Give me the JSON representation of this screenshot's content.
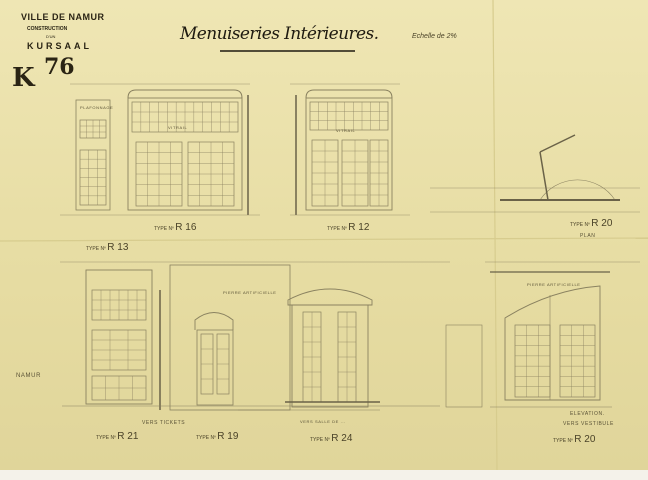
{
  "header": {
    "city": "VILLE DE NAMUR",
    "construction": "CONSTRUCTION",
    "dun": "D'UN",
    "building": "KURSAAL",
    "sheet_letter": "K",
    "sheet_number": "76"
  },
  "title": "Menuiseries Intérieures.",
  "scale": "Echelle de 2%",
  "types": {
    "r16": {
      "prefix": "TYPE Nº",
      "code": "R 16"
    },
    "r12": {
      "prefix": "TYPE Nº",
      "code": "R 12"
    },
    "r13": {
      "prefix": "TYPE Nº",
      "code": "R 13"
    },
    "r20_plan": {
      "prefix": "TYPE Nº",
      "code": "R 20",
      "sub": "PLAN"
    },
    "r21": {
      "prefix": "TYPE Nº",
      "code": "R 21"
    },
    "r19": {
      "prefix": "TYPE Nº",
      "code": "R 19"
    },
    "r24": {
      "prefix": "TYPE Nº",
      "code": "R 24"
    },
    "r20_elev": {
      "prefix": "TYPE Nº",
      "code": "R 20"
    }
  },
  "notes": {
    "vers_tickets": "VERS TICKETS",
    "vers_salle": "VERS SALLE DE ...",
    "elevation": "ELEVATION.",
    "vers_vestibule": "VERS VESTIBULE",
    "namur": "NAMUR",
    "pierre": "PIERRE ARTIFICIELLE",
    "vitrail": "VITRAIL",
    "plafonnage": "PLAFONNAGE"
  },
  "colors": {
    "paper": "#ece3ae",
    "ink": "#2a2414",
    "pencil": "#8a8260"
  }
}
